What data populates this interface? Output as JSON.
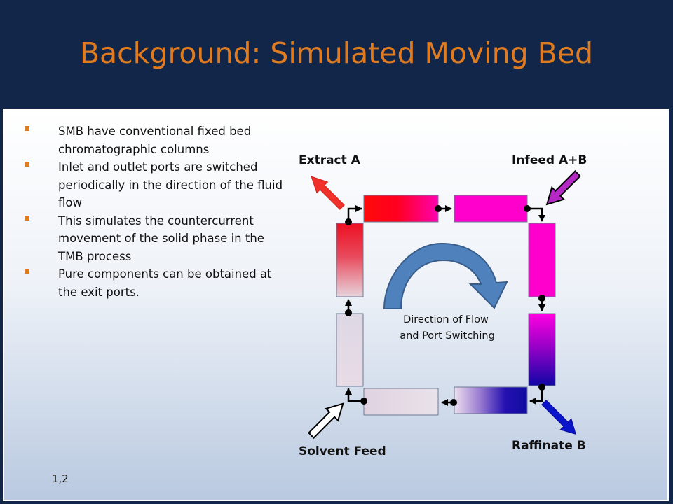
{
  "title": "Background: Simulated Moving Bed",
  "bullets": [
    "SMB have conventional fixed bed chromatographic columns",
    "Inlet and outlet ports are switched periodically in the direction of the fluid flow",
    "This simulates the countercurrent movement of the solid phase in the TMB process",
    "Pure components can be obtained at the exit ports."
  ],
  "footnote": "1,2",
  "diagram": {
    "extract_label": "Extract A",
    "infeed_label": "Infeed A+B",
    "solvent_label": "Solvent Feed",
    "raffinate_label": "Raffinate B",
    "flow_label_line1": "Direction of Flow",
    "flow_label_line2": "and Port Switching"
  },
  "colors": {
    "title": "#e07b1f",
    "background": "#12264a",
    "extract_arrow": "#f0302a",
    "infeed_arrow": "#b429c4",
    "raffinate_arrow": "#0a14c8",
    "flow_arrow": "#4f81bd"
  }
}
